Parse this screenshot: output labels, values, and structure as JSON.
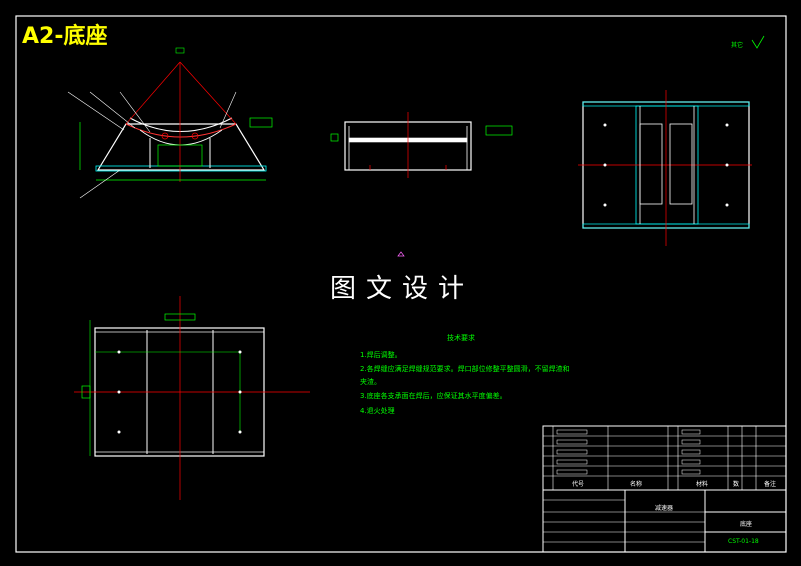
{
  "drawing_title": "A2-底座",
  "watermark": "图文设计",
  "roughness_note": "其它",
  "tech_requirements": {
    "title": "技术要求",
    "lines": [
      "1.焊后调整。",
      "2.各焊缝应满足焊缝规范要求。焊口部位修整平整圆滑，不留焊渣和",
      "夹渣。",
      "3.底座各支承面在焊后，应保证其水平度偏差。",
      "4.退火处理"
    ]
  },
  "title_block": {
    "col_code": "代号",
    "col_name": "名称",
    "col_material": "材料",
    "col_qty": "数",
    "col_remark": "备注",
    "assembly_name": "减速器",
    "part_name": "底座",
    "drawing_no": "CST-01-18"
  },
  "colors": {
    "background": "#000000",
    "outline": "#ffffff",
    "dimension": "#00ff00",
    "center": "#ff0000",
    "hidden": "#00ffff",
    "title": "#ffff00"
  }
}
